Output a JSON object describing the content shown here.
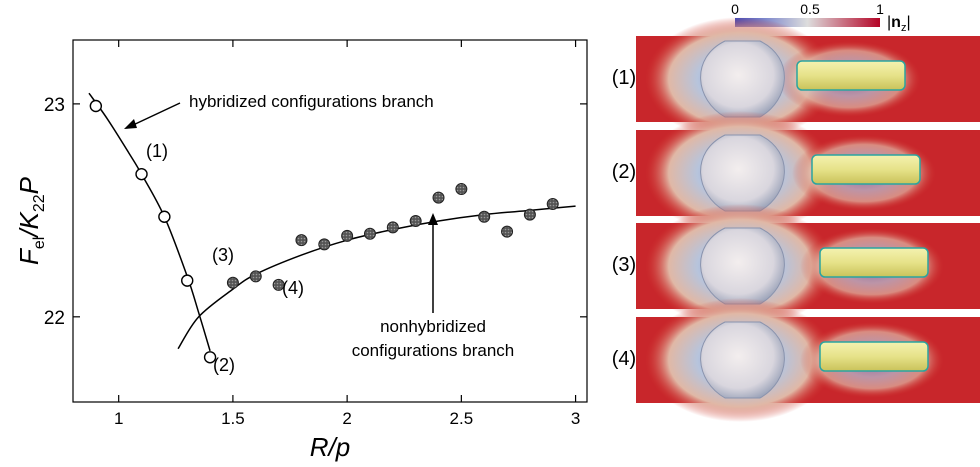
{
  "chart_data": {
    "type": "scatter",
    "xlabel": "R/p",
    "ylabel": "F_el/K_22P",
    "xlim": [
      0.8,
      3.05
    ],
    "ylim": [
      21.6,
      23.3
    ],
    "x_ticks": [
      1,
      1.5,
      2,
      2.5,
      3
    ],
    "x_tick_labels": [
      "1",
      "1.5",
      "2",
      "2.5",
      "3"
    ],
    "y_ticks": [
      22,
      23
    ],
    "y_tick_labels": [
      "22",
      "23"
    ],
    "grid": false,
    "series": [
      {
        "marker": "open-circle",
        "points": [
          {
            "x": 0.9,
            "y": 22.99
          },
          {
            "x": 1.1,
            "y": 22.67
          },
          {
            "x": 1.2,
            "y": 22.47
          },
          {
            "x": 1.3,
            "y": 22.17
          },
          {
            "x": 1.4,
            "y": 21.81
          }
        ]
      },
      {
        "marker": "filled-circle",
        "points": [
          {
            "x": 1.5,
            "y": 22.16
          },
          {
            "x": 1.6,
            "y": 22.19
          },
          {
            "x": 1.7,
            "y": 22.15
          },
          {
            "x": 1.8,
            "y": 22.36
          },
          {
            "x": 1.9,
            "y": 22.34
          },
          {
            "x": 2.0,
            "y": 22.38
          },
          {
            "x": 2.1,
            "y": 22.39
          },
          {
            "x": 2.2,
            "y": 22.42
          },
          {
            "x": 2.3,
            "y": 22.45
          },
          {
            "x": 2.4,
            "y": 22.56
          },
          {
            "x": 2.5,
            "y": 22.6
          },
          {
            "x": 2.6,
            "y": 22.47
          },
          {
            "x": 2.7,
            "y": 22.4
          },
          {
            "x": 2.8,
            "y": 22.48
          },
          {
            "x": 2.9,
            "y": 22.53
          }
        ]
      }
    ],
    "curves": [
      {
        "name": "hybridized",
        "points": [
          [
            0.87,
            23.05
          ],
          [
            0.95,
            22.93
          ],
          [
            1.05,
            22.76
          ],
          [
            1.1,
            22.67
          ],
          [
            1.2,
            22.47
          ],
          [
            1.3,
            22.19
          ],
          [
            1.35,
            22.02
          ],
          [
            1.4,
            21.84
          ]
        ]
      },
      {
        "name": "nonhybridized",
        "points": [
          [
            1.26,
            21.85
          ],
          [
            1.35,
            22.0
          ],
          [
            1.5,
            22.13
          ],
          [
            1.6,
            22.2
          ],
          [
            1.8,
            22.29
          ],
          [
            2.0,
            22.36
          ],
          [
            2.2,
            22.41
          ],
          [
            2.4,
            22.45
          ],
          [
            2.6,
            22.48
          ],
          [
            2.8,
            22.5
          ],
          [
            3.0,
            22.52
          ]
        ]
      }
    ],
    "annotations": {
      "hybrid_branch": "hybridized configurations branch",
      "nonhybrid_line1": "nonhybridized",
      "nonhybrid_line2": "configurations branch",
      "point_labels": [
        "(1)",
        "(2)",
        "(3)",
        "(4)"
      ]
    }
  },
  "colorbar": {
    "min_label": "0",
    "mid_label": "0.5",
    "max_label": "1",
    "quantity_label": "|n_z|",
    "colors": [
      "#3b4cc0",
      "#dddddd",
      "#b40426"
    ]
  },
  "panels": [
    {
      "label": "(1)"
    },
    {
      "label": "(2)"
    },
    {
      "label": "(3)"
    },
    {
      "label": "(4)"
    }
  ]
}
